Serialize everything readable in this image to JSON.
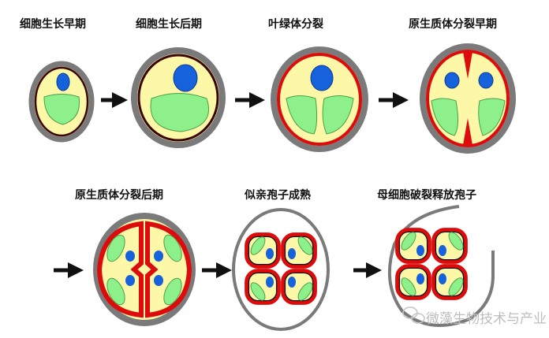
{
  "stages": [
    {
      "label": "细胞生长早期"
    },
    {
      "label": "细胞生长后期"
    },
    {
      "label": "叶绿体分裂"
    },
    {
      "label": "原生质体分裂早期"
    },
    {
      "label": "原生质体分裂后期"
    },
    {
      "label": "似亲孢子成熟"
    },
    {
      "label": "母细胞破裂释放孢子"
    }
  ],
  "watermark": {
    "text": "微藻生物技术与产业",
    "icon": "wechat-icon"
  },
  "colors": {
    "wall": "#7a7a7a",
    "membrane": "#dd0c0c",
    "cytoplasm": "#fdf7a8",
    "chloroplast": "#8ef08a",
    "nucleus": "#1662dc",
    "arrow": "#111111"
  }
}
